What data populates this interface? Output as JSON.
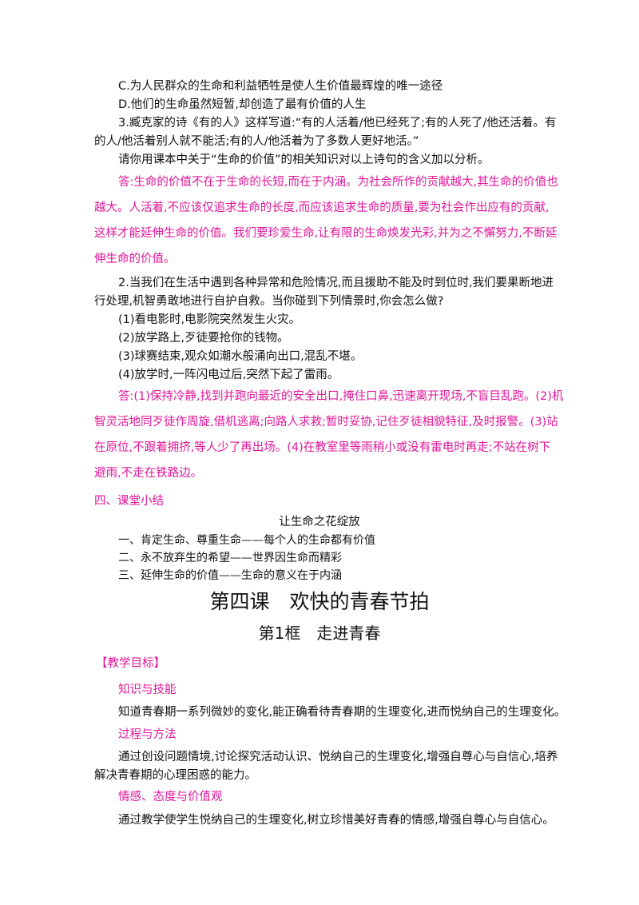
{
  "lines": {
    "l01": "C.为人民群众的生命和利益牺牲是使人生价值最辉煌的唯一途径",
    "l02": "D.他们的生命虽然短暂,却创造了最有价值的人生",
    "l03": "3.臧克家的诗《有的人》这样写道:“有的人活着/他已经死了;有的人死了/他还活着。有",
    "l04": "的人/他活着别人就不能活;有的人/他活着为了多数人更好地活。”",
    "l05": "请你用课本中关于“生命的价值”的相关知识对以上诗句的含义加以分析。",
    "a01": "答:生命的价值不在于生命的长短,而在于内涵。为社会所作的贡献越大,其生命的价值也",
    "a02": "越大。人活着,不应该仅追求生命的长度,而应该追求生命的质量,要为社会作出应有的贡献,",
    "a03": "这样才能延伸生命的价值。我们要珍爱生命,让有限的生命焕发光彩,并为之不懈努力,不断延",
    "a04": "伸生命的价值。",
    "l06": "2.当我们在生活中遇到各种异常和危险情况,而且援助不能及时到位时,我们要果断地进",
    "l07": "行处理,机智勇敢地进行自护自救。当你碰到下列情景时,你会怎么做?",
    "l08": "(1)看电影时,电影院突然发生火灾。",
    "l09": "(2)放学路上,歹徒要抢你的钱物。",
    "l10": "(3)球赛结束,观众如潮水般涌向出口,混乱不堪。",
    "l11": "(4)放学时,一阵闪电过后,突然下起了雷雨。",
    "a05": "答:(1)保持冷静,找到并跑向最近的安全出口,掩住口鼻,迅速离开现场,不盲目乱跑。(2)机",
    "a06": "智灵活地同歹徒作周旋,借机逃离;向路人求救;暂时妥协,记住歹徒相貌特征,及时报警。(3)站",
    "a07": "在原位,不跟着拥挤,等人少了再出场。(4)在教室里等雨稍小或没有雷电时再走;不站在树下",
    "a08": "避雨,不走在铁路边。"
  },
  "summary": {
    "heading": "四、课堂小结",
    "title": "让生命之花绽放",
    "items": [
      "一、肯定生命、尊重生命——每个人的生命都有价值",
      "二、永不放弃生的希望——世界因生命而精彩",
      "三、延伸生命的价值——生命的意义在于内涵"
    ]
  },
  "lesson": {
    "title": "第四课　欢快的青春节拍",
    "subtitle": "第1框　走进青春",
    "goals_label": "【教学目标】",
    "knowledge_label": "知识与技能",
    "knowledge_text": "知道青春期一系列微妙的变化,能正确看待青春期的生理变化,进而悦纳自己的生理变化。",
    "process_label": "过程与方法",
    "process_text1": "通过创设问题情境,讨论探究活动认识、悦纳自己的生理变化,增强自尊心与自信心,培养",
    "process_text2": "解决青春期的心理困惑的能力。",
    "emotion_label": "情感、态度与价值观",
    "emotion_text": "通过教学使学生悦纳自己的生理变化,树立珍惜美好青春的情感,增强自尊心与自信心。"
  },
  "colors": {
    "accent": "#e0169a",
    "text": "#111111"
  }
}
